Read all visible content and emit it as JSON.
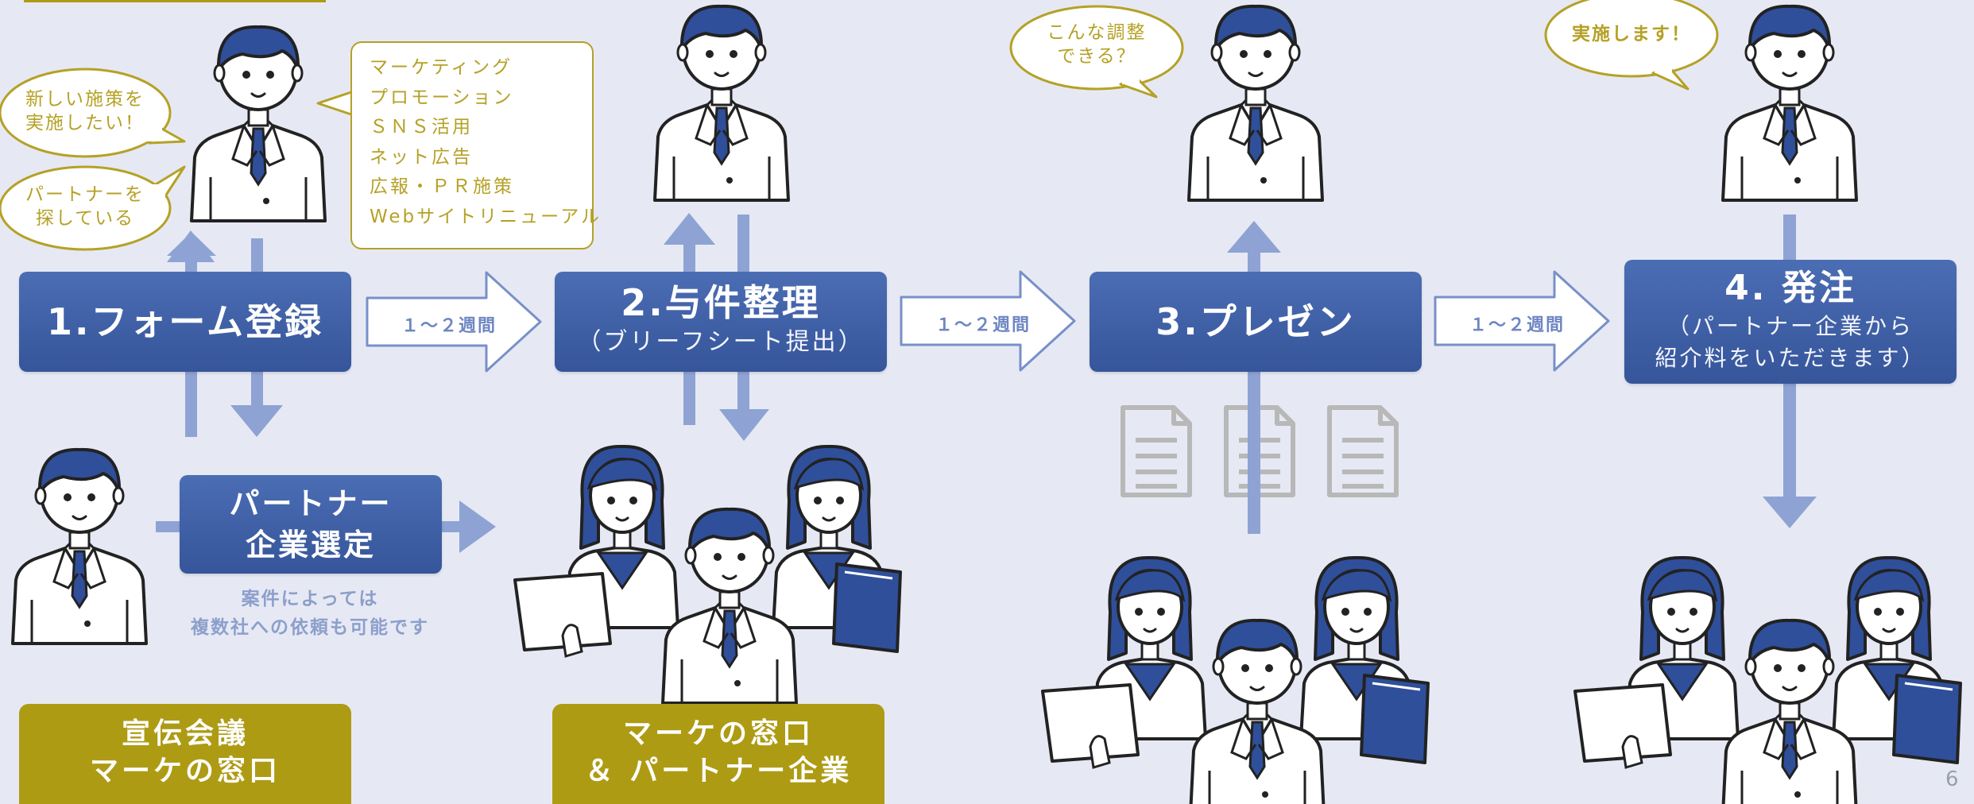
{
  "steps": [
    {
      "title": "1.フォーム登録",
      "sub": ""
    },
    {
      "title": "2.与件整理",
      "sub": "（ブリーフシート提出）"
    },
    {
      "title": "3.プレゼン",
      "sub": ""
    },
    {
      "title": "4. 発注",
      "sub1": "（パートナー企業から",
      "sub2": "紹介料をいただきます）"
    }
  ],
  "partner_box": {
    "line1": "パートナー",
    "line2": "企業選定"
  },
  "partner_note": {
    "line1": "案件によっては",
    "line2": "複数社への依頼も可能です"
  },
  "arrows": {
    "a1": "１～２週間",
    "a2": "１～２週間",
    "a3": "１～２週間"
  },
  "bubbles": {
    "b1": {
      "line1": "新しい施策を",
      "line2": "実施したい！"
    },
    "b2": {
      "line1": "パートナーを",
      "line2": "探している"
    },
    "b3": {
      "line1": "こんな調整",
      "line2": "できる？"
    },
    "b4": {
      "line1": "実施します！"
    }
  },
  "services": [
    "マーケティング",
    "プロモーション",
    "ＳＮＳ活用",
    "ネット広告",
    "広報・ＰＲ施策",
    "Webサイトリニューアル"
  ],
  "roles": {
    "r1": {
      "line1": "宣伝会議",
      "line2": "マーケの窓口"
    },
    "r2": {
      "line1": "マーケの窓口",
      "line2": "＆ パートナー企業"
    }
  },
  "page_number": "6",
  "colors": {
    "bg": "#e6e9f4",
    "step": "#3f5fa6",
    "olive": "#ae9b14",
    "arrow": "#8ea3d3",
    "suit": "#2f4f9a"
  }
}
